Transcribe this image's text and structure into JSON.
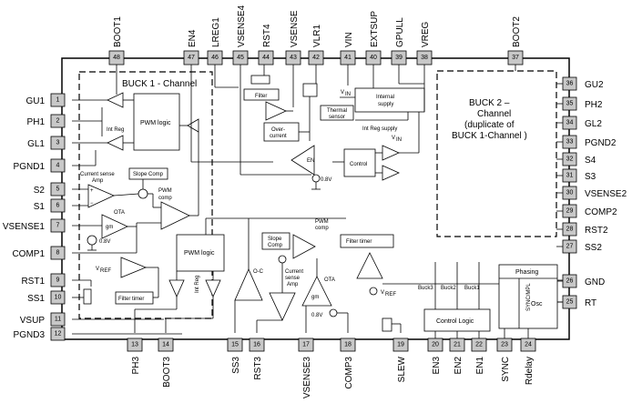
{
  "top_pins": [
    {
      "name": "BOOT1",
      "num": "48"
    },
    {
      "name": "EN4",
      "num": "47"
    },
    {
      "name": "LREG1",
      "num": "46"
    },
    {
      "name": "VSENSE4",
      "num": "45"
    },
    {
      "name": "RST4",
      "num": "44"
    },
    {
      "name": "VSENSE",
      "num": "43"
    },
    {
      "name": "VLR1",
      "num": "42"
    },
    {
      "name": "VIN",
      "num": "41"
    },
    {
      "name": "EXTSUP",
      "num": "40"
    },
    {
      "name": "GPULL",
      "num": "39"
    },
    {
      "name": "VREG",
      "num": "38"
    },
    {
      "name": "BOOT2",
      "num": "37"
    }
  ],
  "left_pins": [
    {
      "name": "GU1",
      "num": "1"
    },
    {
      "name": "PH1",
      "num": "2"
    },
    {
      "name": "GL1",
      "num": "3"
    },
    {
      "name": "PGND1",
      "num": "4"
    },
    {
      "name": "S2",
      "num": "5"
    },
    {
      "name": "S1",
      "num": "6"
    },
    {
      "name": "VSENSE1",
      "num": "7"
    },
    {
      "name": "COMP1",
      "num": "8"
    },
    {
      "name": "RST1",
      "num": "9"
    },
    {
      "name": "SS1",
      "num": "10"
    },
    {
      "name": "VSUP",
      "num": "11"
    },
    {
      "name": "PGND3",
      "num": "12"
    }
  ],
  "right_pins": [
    {
      "name": "GU2",
      "num": "36"
    },
    {
      "name": "PH2",
      "num": "35"
    },
    {
      "name": "GL2",
      "num": "34"
    },
    {
      "name": "PGND2",
      "num": "33"
    },
    {
      "name": "S4",
      "num": "32"
    },
    {
      "name": "S3",
      "num": "31"
    },
    {
      "name": "VSENSE2",
      "num": "30"
    },
    {
      "name": "COMP2",
      "num": "29"
    },
    {
      "name": "RST2",
      "num": "28"
    },
    {
      "name": "SS2",
      "num": "27"
    },
    {
      "name": "GND",
      "num": "26"
    },
    {
      "name": "RT",
      "num": "25"
    }
  ],
  "bottom_pins": [
    {
      "name": "PH3",
      "num": "13"
    },
    {
      "name": "BOOT3",
      "num": "14"
    },
    {
      "name": "SS3",
      "num": "15"
    },
    {
      "name": "RST3",
      "num": "16"
    },
    {
      "name": "VSENSE3",
      "num": "17"
    },
    {
      "name": "COMP3",
      "num": "18"
    },
    {
      "name": "SLEW",
      "num": "19"
    },
    {
      "name": "EN3",
      "num": "20"
    },
    {
      "name": "EN2",
      "num": "21"
    },
    {
      "name": "EN1",
      "num": "22"
    },
    {
      "name": "SYNC",
      "num": "23"
    },
    {
      "name": "Rdelay",
      "num": "24"
    }
  ],
  "blocks": {
    "buck1_title": "BUCK 1 - Channel",
    "buck2_line1": "BUCK 2 –",
    "buck2_line2": "Channel",
    "buck2_line3": "(duplicate of",
    "buck2_line4": "BUCK 1-Channel )",
    "pwm_logic_1": "PWM logic",
    "pwm_logic_3": "PWM logic",
    "int_reg_1": "Int Reg",
    "current_sense_amp_1a": "Current sense",
    "current_sense_amp_1b": "Amp",
    "slope_comp_1": "Slope Comp",
    "pwm_comp_1a": "PWM",
    "pwm_comp_1b": "comp",
    "ota_1": "OTA",
    "gm_1": "gm",
    "ref_08_1": "0.8V",
    "vref_1": "V",
    "vref_1_sub": "REF",
    "filter_timer_1": "Filter timer",
    "filter_top": "Filter",
    "overcurrent_a": "Over-",
    "overcurrent_b": "current",
    "thermal_a": "Thermal",
    "thermal_b": "sensor",
    "internal_supply_a": "Internal",
    "internal_supply_b": "supply",
    "int_reg_supply": "Int Reg supply",
    "vin_label": "V",
    "vin_sub": "IN",
    "vin_label2": "V",
    "vin_sub2": "IN",
    "control": "Control",
    "en_label": "EN",
    "ref_08_top": "0.8V",
    "oc_label": "O-C",
    "slope_comp_3a": "Slope",
    "slope_comp_3b": "Comp",
    "pwm_comp_3a": "PWM",
    "pwm_comp_3b": "comp",
    "current_sense_3a": "Current",
    "current_sense_3b": "sense",
    "current_sense_3c": "Amp",
    "ota_3": "OTA",
    "gm_3": "gm",
    "ref_08_3": "0.8V",
    "filter_timer_3": "Filter timer",
    "vref_3": "V",
    "vref_3_sub": "REF",
    "int_reg_3": "Int Reg",
    "control_logic": "Control Logic",
    "buck3": "Buck3",
    "buck2": "Buck2",
    "buck1": "Buck1",
    "phasing": "Phasing",
    "sync_mpl": "SYNC/MPL",
    "osc": "Osc"
  }
}
